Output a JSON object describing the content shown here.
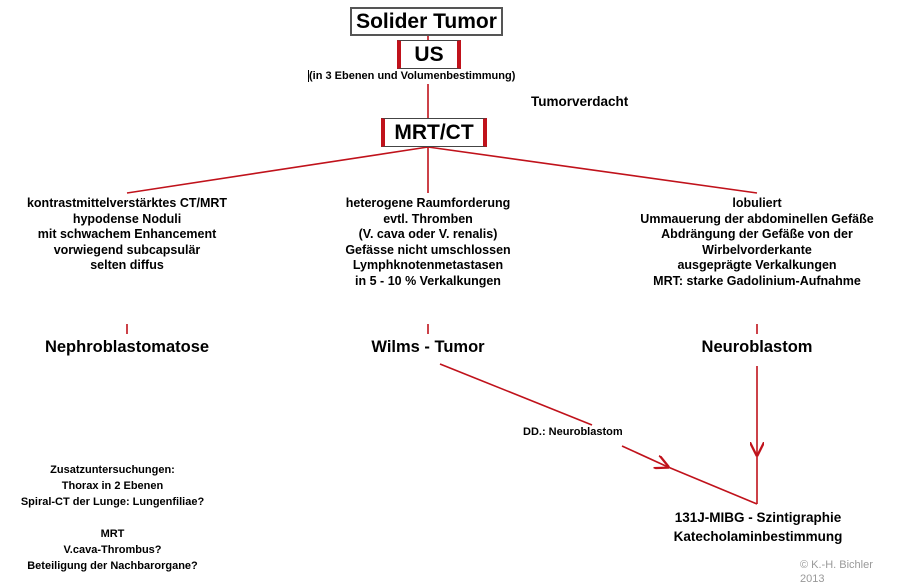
{
  "title": "Solider Tumor",
  "us": {
    "label": "US",
    "note": "(in 3 Ebenen und Volumenbestimmung)"
  },
  "suspicion": "Tumorverdacht",
  "mrt": {
    "label": "MRT/CT"
  },
  "columns": [
    {
      "findings": [
        "kontrastmittelverstärktes CT/MRT",
        "hypodense Noduli",
        "mit schwachem Enhancement",
        "vorwiegend subcapsulär",
        "selten diffus"
      ],
      "result": "Nephroblastomatose"
    },
    {
      "findings": [
        "heterogene Raumforderung",
        "evtl. Thromben",
        "(V. cava oder V. renalis)",
        "Gefässe nicht umschlossen",
        "Lymphknotenmetastasen",
        "in 5 - 10 % Verkalkungen"
      ],
      "result": "Wilms - Tumor"
    },
    {
      "findings": [
        "lobuliert",
        "Ummauerung der abdominellen Gefäße",
        "Abdrängung der Gefäße von der",
        "Wirbelvorderkante",
        "ausgeprägte Verkalkungen"
      ],
      "findings_last": "MRT: starke Gadolinium-Aufnahme",
      "result": "Neuroblastom"
    }
  ],
  "dd_label": "DD.: Neuroblastom",
  "notes": {
    "group1": [
      "Zusatzuntersuchungen:",
      "Thorax in 2 Ebenen",
      "Spiral-CT der Lunge: Lungenfiliae?"
    ],
    "group2": [
      "MRT",
      "V.cava-Thrombus?",
      "Beteiligung der Nachbarorgane?"
    ]
  },
  "final": [
    "131J-MIBG - Szintigraphie",
    "Katecholaminbestimmung"
  ],
  "copyright": [
    "© K.-H. Bichler",
    "2013"
  ],
  "colors": {
    "arrow": "#c0121b",
    "box_border": "#555555",
    "copyright": "#999999"
  }
}
